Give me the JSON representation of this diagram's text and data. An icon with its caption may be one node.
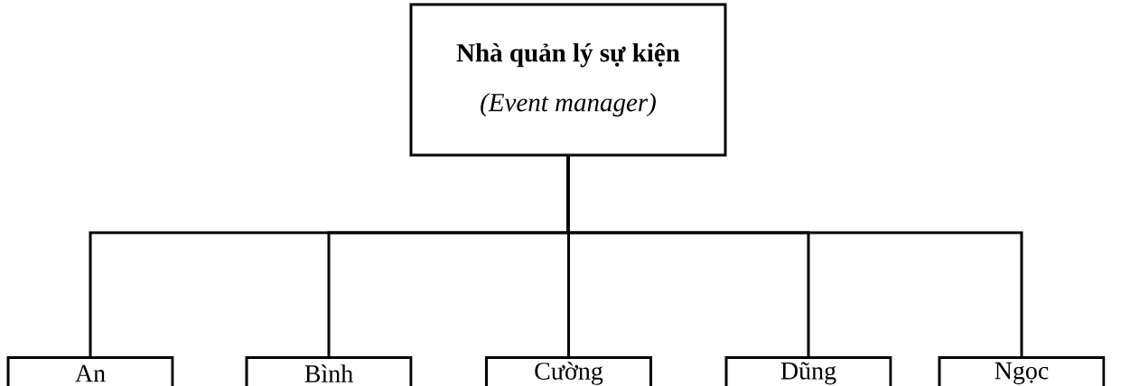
{
  "diagram": {
    "nodes": [
      {
        "text": [
          "Nhà quản lý sự kiện",
          "(Event manager)"
        ]
      },
      {
        "text": [
          "An"
        ]
      },
      {
        "text": [
          "Bình"
        ]
      },
      {
        "text": [
          "Cường"
        ]
      },
      {
        "text": [
          "Dũng"
        ]
      },
      {
        "text": [
          "Ngọc"
        ]
      }
    ],
    "edges": [
      {
        "from": 0,
        "to": 1,
        "arrow": "none"
      },
      {
        "from": 0,
        "to": 2,
        "arrow": "none"
      },
      {
        "from": 0,
        "to": 3,
        "arrow": "none"
      },
      {
        "from": 0,
        "to": 4,
        "arrow": "none"
      },
      {
        "from": 0,
        "to": 5,
        "arrow": "none"
      }
    ]
  }
}
